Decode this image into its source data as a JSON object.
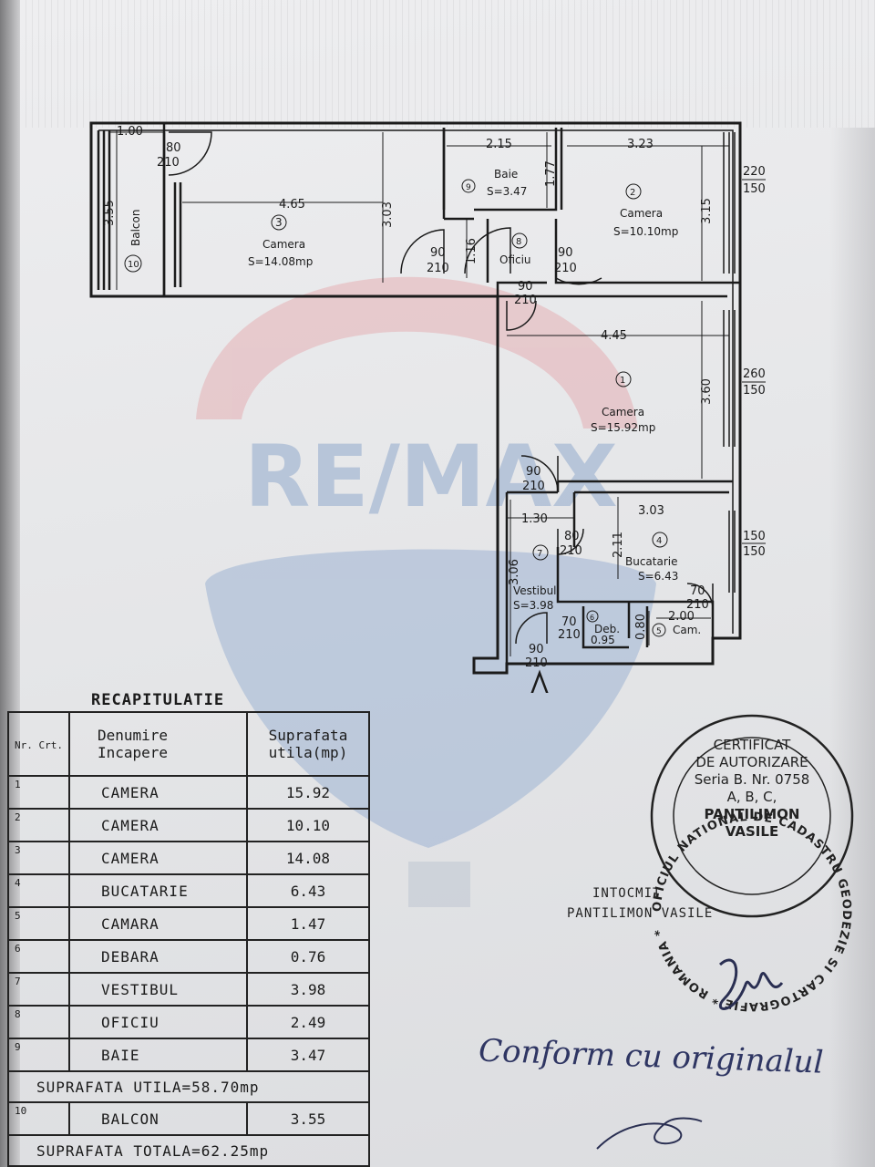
{
  "watermark": {
    "brand": "RE/MAX",
    "brand_color": "#e2a8ad",
    "brand_color_2": "#8aa4c9"
  },
  "plan": {
    "rooms": [
      {
        "num": "1",
        "name": "Camera",
        "area": "S=15.92mp"
      },
      {
        "num": "2",
        "name": "Camera",
        "area": "S=10.10mp"
      },
      {
        "num": "3",
        "name": "Camera",
        "area": "S=14.08mp"
      },
      {
        "num": "4",
        "name": "Bucatarie",
        "area": "S=6.43"
      },
      {
        "num": "5",
        "name": "Cam."
      },
      {
        "num": "6",
        "name": "Deb.",
        "area": "0.95"
      },
      {
        "num": "7",
        "name": "Vestibul",
        "area": "S=3.98"
      },
      {
        "num": "8",
        "name": "Oficiu"
      },
      {
        "num": "9",
        "name": "Baie",
        "area": "S=3.47"
      },
      {
        "num": "10",
        "name": "Balcon"
      }
    ],
    "dims": {
      "d_balcon_w": "1.00",
      "d_balcon_h": "3.55",
      "d_c3_w": "4.65",
      "d_c3_h": "3.03",
      "d_baie_w": "2.15",
      "d_baie_h": "1.77",
      "d_c2_w": "3.23",
      "d_c2_h": "3.15",
      "d_of_h": "1.16",
      "d_c1_w": "4.45",
      "d_c1_h": "3.60",
      "d_vest_w": "1.30",
      "d_vest_h": "3.06",
      "d_buc_w": "3.03",
      "d_buc_h": "2.11",
      "d_cam_w": "2.00",
      "d_deb_h": "0.80"
    },
    "openings": {
      "o1_top": "80",
      "o1_bot": "210",
      "o2_top": "90",
      "o2_bot": "210",
      "o3_top": "90",
      "o3_bot": "210",
      "o4_top": "90",
      "o4_bot": "210",
      "o5_top": "90",
      "o5_bot": "210",
      "o6_top": "80",
      "o6_bot": "210",
      "o7_top": "70",
      "o7_bot": "210",
      "o8_top": "70",
      "o8_bot": "210",
      "o9_top": "90",
      "o9_bot": "210",
      "w1_top": "220",
      "w1_bot": "150",
      "w2_top": "260",
      "w2_bot": "150",
      "w3_top": "150",
      "w3_bot": "150"
    }
  },
  "recap": {
    "title": "RECAPITULATIE",
    "headers": {
      "nr": "Nr. Crt.",
      "name": "Denumire Incapere",
      "area": "Suprafata utila(mp)"
    },
    "rows": [
      {
        "nr": "1",
        "name": "CAMERA",
        "area": "15.92"
      },
      {
        "nr": "2",
        "name": "CAMERA",
        "area": "10.10"
      },
      {
        "nr": "3",
        "name": "CAMERA",
        "area": "14.08"
      },
      {
        "nr": "4",
        "name": "BUCATARIE",
        "area": "6.43"
      },
      {
        "nr": "5",
        "name": "CAMARA",
        "area": "1.47"
      },
      {
        "nr": "6",
        "name": "DEBARA",
        "area": "0.76"
      },
      {
        "nr": "7",
        "name": "VESTIBUL",
        "area": "3.98"
      },
      {
        "nr": "8",
        "name": "OFICIU",
        "area": "2.49"
      },
      {
        "nr": "9",
        "name": "BAIE",
        "area": "3.47"
      }
    ],
    "subtotal": "SUPRAFATA UTILA=58.70mp",
    "balcony": {
      "nr": "10",
      "name": "BALCON",
      "area": "3.55"
    },
    "total": "SUPRAFATA TOTALA=62.25mp"
  },
  "stamp": {
    "ring": "OFICIUL NATIONAL DE CADASTRU GEODEZIE SI CARTOGRAFIE * ROMANIA *",
    "line1": "CERTIFICAT",
    "line2": "DE AUTORIZARE",
    "line3": "Seria B. Nr. 0758",
    "line4": "A, B, C,",
    "line5": "PANTILIMON",
    "line6": "VASILE"
  },
  "author": {
    "label": "INTOCMIT",
    "name": "PANTILIMON VASILE"
  },
  "handwriting": {
    "note": "Conform cu originalul"
  }
}
